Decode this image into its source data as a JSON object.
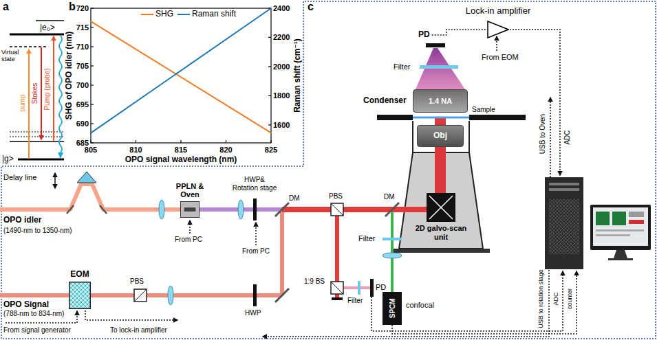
{
  "diagram": {
    "nodes": [
      {
        "text": [
          "Lock-in amplifier"
        ]
      },
      {
        "text": [
          "PD"
        ]
      },
      {
        "text": [
          "1.4 NA"
        ]
      },
      {
        "text": [
          "Obj"
        ]
      },
      {
        "text": [
          "2D galvo-scan unit"
        ]
      },
      {
        "text": [
          "SPCM"
        ]
      },
      {
        "text": [
          "EOM"
        ]
      },
      {
        "text": [
          "PPLN & Oven"
        ]
      }
    ],
    "edges": [
      {
        "from": 1,
        "to": 0,
        "arrow": "none"
      }
    ],
    "labels": [
      "a",
      "|e₀>",
      "Virtual state",
      "|g>",
      "pump",
      "Stokes",
      "Pump (probe)",
      "b",
      "685",
      "690",
      "695",
      "700",
      "705",
      "710",
      "715",
      "720",
      "805",
      "810",
      "815",
      "820",
      "825",
      "1600",
      "1800",
      "2000",
      "2200",
      "2400",
      "SHG of OPO idler (nm)",
      "OPO signal wavelength (nm)",
      "Raman shift (cm⁻¹)",
      "c",
      "Filter",
      "From EOM",
      "Condenser",
      "Sample",
      "USB to Oven",
      "ADC",
      "Delay line",
      "OPO idler",
      "(1490-nm to 1350-nm)",
      "From PC",
      "HWP& Rotation stage",
      "From PC",
      "DM",
      "PBS",
      "DM",
      "Filter",
      "OPO Signal",
      "(788-nm to 834-nm)",
      "PBS",
      "HWP",
      "1:9 BS",
      "Filter",
      "PD",
      "confocal",
      "From signal generator",
      "To lock-in amplifier",
      "USB to rotation stage",
      "ADC",
      "counter"
    ],
    "legend": [
      {
        "text": "SHG"
      },
      {
        "text": "Raman shift"
      }
    ]
  }
}
